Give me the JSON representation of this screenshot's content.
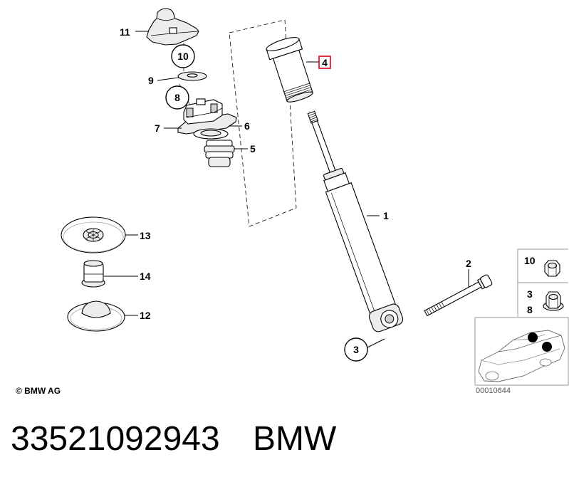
{
  "callouts": {
    "p11": "11",
    "p10": "10",
    "p9": "9",
    "p8": "8",
    "p7": "7",
    "p6": "6",
    "p5": "5",
    "p4": "4",
    "p1": "1",
    "p13": "13",
    "p14": "14",
    "p12": "12",
    "p2": "2",
    "p3": "3"
  },
  "inset": {
    "nut_a_label": "10",
    "nut_b_label_top": "3",
    "nut_b_label_bottom": "8"
  },
  "copyright": "© BMW AG",
  "diagram_id": "00010644",
  "part_number": "33521092943",
  "brand": "BMW",
  "colors": {
    "highlight": "#d0021b",
    "marker": "#000000"
  }
}
